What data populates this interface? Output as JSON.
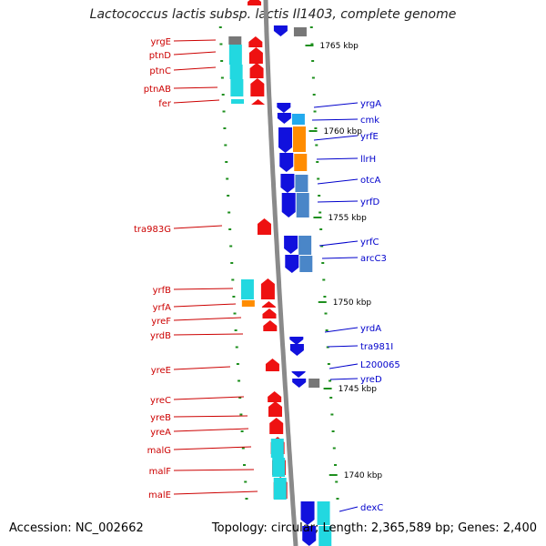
{
  "title": "Lactococcus lactis subsp. lactis Il1403, complete genome",
  "footer": {
    "accession": "Accession: NC_002662",
    "summary": "Topology: circular; Length: 2,365,589 bp; Genes: 2,400"
  },
  "colors": {
    "backbone": "#8a8a8a",
    "tick": "#1e8f1e",
    "left_label": "#cc0000",
    "right_label": "#0000cc",
    "gene_red": "#ee1111",
    "gene_blue": "#1111dd",
    "cyan": "#22d8e0",
    "steel": "#4a86c8",
    "orange": "#ff8c00",
    "grey": "#777777"
  },
  "scale": [
    {
      "label": "1765 kbp"
    },
    {
      "label": "1760 kbp"
    },
    {
      "label": "1755 kbp"
    },
    {
      "label": "1750 kbp"
    },
    {
      "label": "1745 kbp"
    },
    {
      "label": "1740 kbp"
    }
  ],
  "left_labels": [
    {
      "text": "yrgE"
    },
    {
      "text": "ptnD"
    },
    {
      "text": "ptnC"
    },
    {
      "text": "ptnAB"
    },
    {
      "text": "fer"
    },
    {
      "text": "tra983G"
    },
    {
      "text": "yrfB"
    },
    {
      "text": "yrfA"
    },
    {
      "text": "yreF"
    },
    {
      "text": "yrdB"
    },
    {
      "text": "yreE"
    },
    {
      "text": "yreC"
    },
    {
      "text": "yreB"
    },
    {
      "text": "yreA"
    },
    {
      "text": "malG"
    },
    {
      "text": "malF"
    },
    {
      "text": "malE"
    }
  ],
  "right_labels": [
    {
      "text": "yrgA"
    },
    {
      "text": "cmk"
    },
    {
      "text": "yrfE"
    },
    {
      "text": "llrH"
    },
    {
      "text": "otcA"
    },
    {
      "text": "yrfD"
    },
    {
      "text": "yrfC"
    },
    {
      "text": "arcC3"
    },
    {
      "text": "yrdA"
    },
    {
      "text": "tra981I"
    },
    {
      "text": "L200065"
    },
    {
      "text": "yreD"
    },
    {
      "text": "dexC"
    }
  ]
}
